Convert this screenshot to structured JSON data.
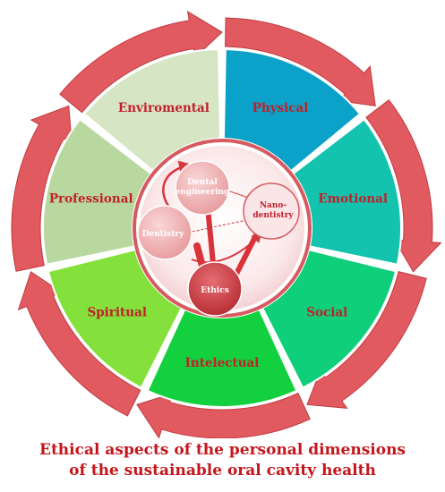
{
  "segments": [
    {
      "label": "Physical",
      "color": "#0aa2c8"
    },
    {
      "label": "Emotional",
      "color": "#13c3ae"
    },
    {
      "label": "Social",
      "color": "#10cf7a"
    },
    {
      "label": "Intelectual",
      "color": "#13d13e"
    },
    {
      "label": "Spiritual",
      "color": "#84e03a"
    },
    {
      "label": "Professional",
      "color": "#b8d8a0"
    },
    {
      "label": "Enviromental",
      "color": "#d6e6c4"
    }
  ],
  "inner_nodes": {
    "dental_engineering": {
      "line1": "Dental",
      "line2": "engineering"
    },
    "nano_dentistry": {
      "line1": "Nano-",
      "line2": "dentistry"
    },
    "dentistry": "Dentistry",
    "ethics": "Ethics"
  },
  "colors": {
    "arrow": "#e05a5f",
    "arrow_stroke": "#c23a40",
    "label": "#c0202a",
    "caption": "#c4161c"
  },
  "caption": {
    "line1": "Ethical aspects of the personal dimensions",
    "line2": "of the sustainable oral cavity health"
  }
}
